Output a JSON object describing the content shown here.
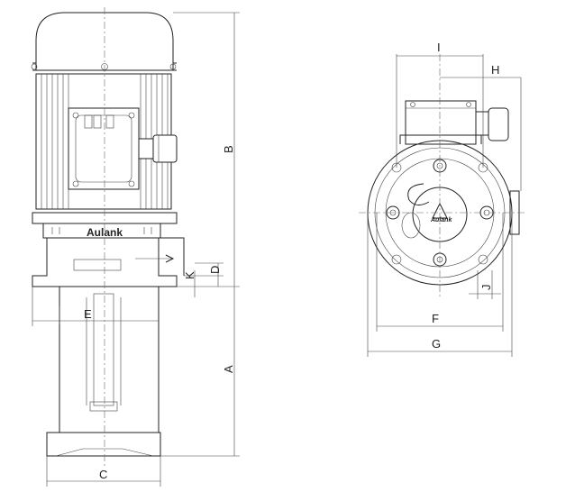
{
  "brand": {
    "side_label": "Aulank",
    "front_label": "Aulank"
  },
  "dimensions": {
    "A": "A",
    "B": "B",
    "C": "C",
    "D": "D",
    "E": "E",
    "F": "F",
    "G": "G",
    "H": "H",
    "I": "I",
    "J": "J",
    "K": "K"
  },
  "colors": {
    "line": "#222222",
    "background": "#ffffff"
  }
}
